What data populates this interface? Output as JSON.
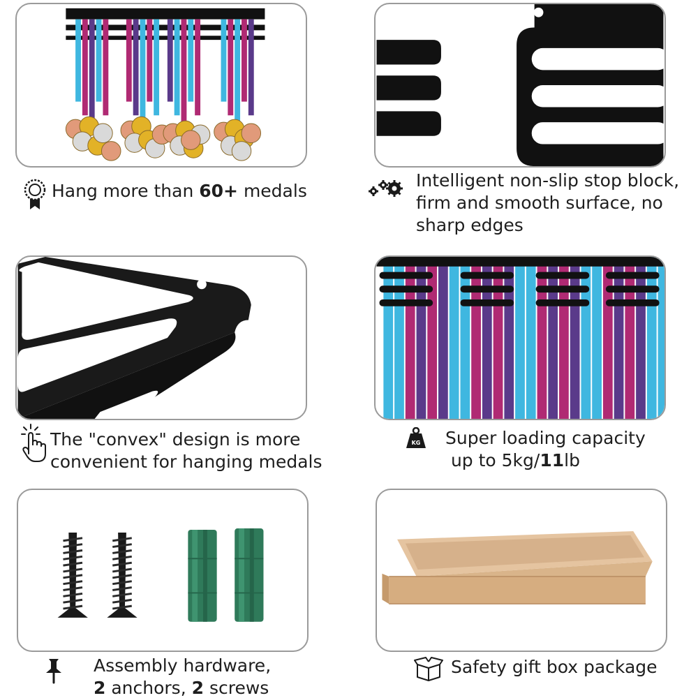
{
  "features": [
    {
      "caption": {
        "before": "Hang more than ",
        "bold": "60+",
        "after": " medals"
      },
      "icon": "award-ribbon-icon"
    },
    {
      "caption": {
        "lines": [
          "Intelligent non-slip stop block,",
          "firm and smooth surface, no",
          "sharp edges"
        ]
      },
      "icon": "gears-icon"
    },
    {
      "caption": {
        "lines": [
          "The \"convex\" design is more",
          "convenient for hanging medals"
        ]
      },
      "icon": "tap-hand-icon"
    },
    {
      "caption": {
        "line1": "Super loading capacity",
        "line2_before": " up to 5kg/",
        "line2_bold": "11",
        "line2_after": "lb"
      },
      "icon": "weight-icon",
      "icon_label": "KG"
    },
    {
      "caption": {
        "line1": "Assembly hardware,",
        "line2_bold_a": "2",
        "line2_mid": " anchors, ",
        "line2_bold_b": "2",
        "line2_after": " screws"
      },
      "icon": "pushpin-icon"
    },
    {
      "caption": {
        "text": "Safety gift box package"
      },
      "icon": "open-box-icon"
    }
  ],
  "colors": {
    "frame": "#111111",
    "ribbon_blue": "#3fb7e0",
    "ribbon_magenta": "#b02a73",
    "ribbon_purple": "#5a3a8a",
    "gold": "#e2b227",
    "silver": "#d9d9d9",
    "bronze": "#e19a7a",
    "anchor_green": "#2f7a5a",
    "box_kraft": "#d9b48a",
    "panel_border": "#9a9a9a"
  }
}
